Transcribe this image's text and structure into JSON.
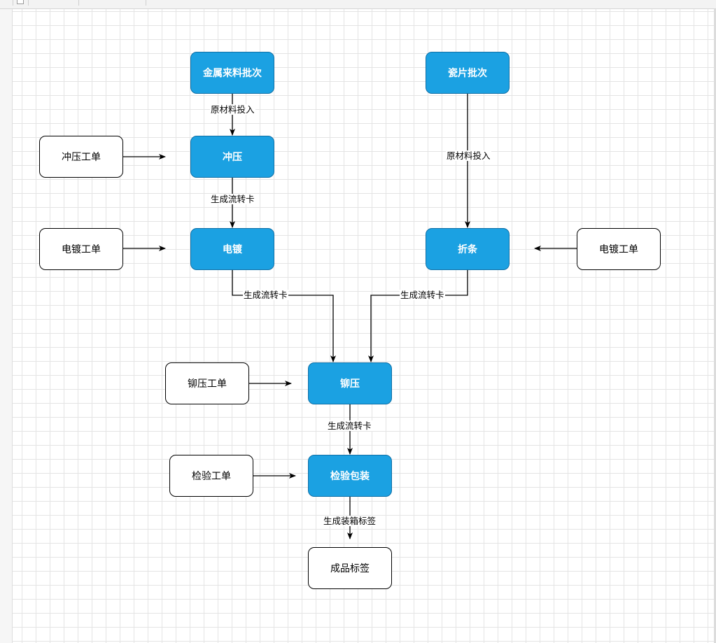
{
  "nodes": {
    "metal_batch": "金属来料批次",
    "ceramic_batch": "瓷片批次",
    "stamping": "冲压",
    "electroplating": "电镀",
    "folding": "折条",
    "riveting": "铆压",
    "inspect_pack": "检验包装",
    "finished_label": "成品标签",
    "stamping_wo": "冲压工单",
    "plating_wo_left": "电镀工单",
    "plating_wo_right": "电镀工单",
    "riveting_wo": "铆压工单",
    "inspect_wo": "检验工单"
  },
  "edge_labels": {
    "metal_to_stamping": "原材料投入",
    "ceramic_to_folding": "原材料投入",
    "stamping_to_plating": "生成流转卡",
    "plating_to_riveting": "生成流转卡",
    "folding_to_riveting": "生成流转卡",
    "riveting_to_inspect": "生成流转卡",
    "inspect_to_label": "生成装箱标签"
  },
  "colors": {
    "process_fill": "#1ba1e2",
    "process_border": "#0e6fa6",
    "edge": "#000000"
  }
}
